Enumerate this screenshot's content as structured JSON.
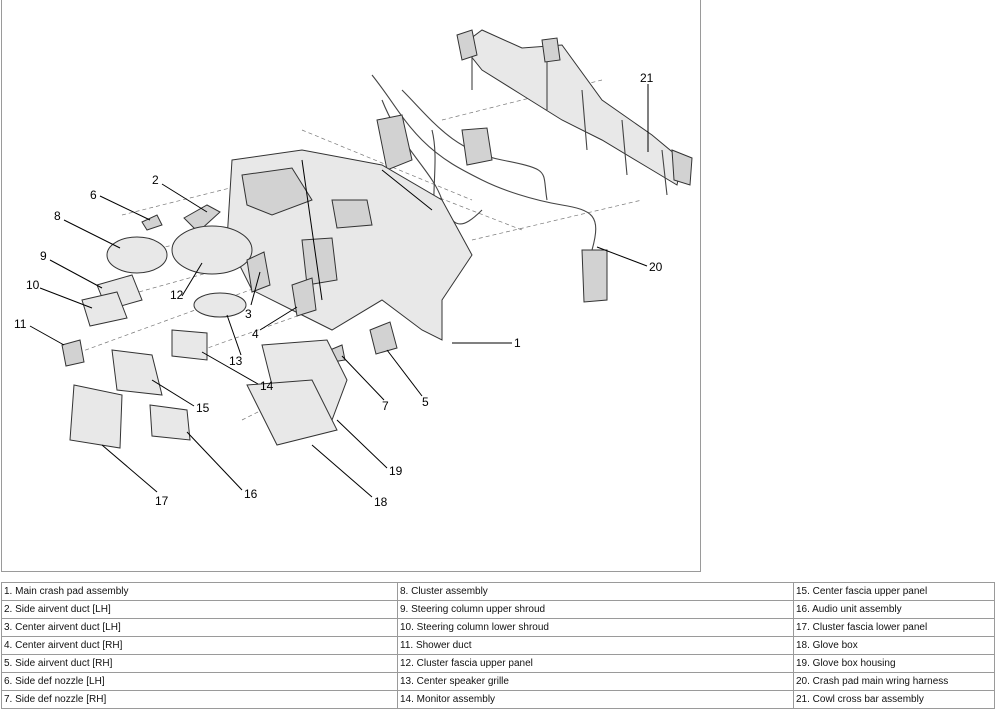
{
  "callouts": [
    "1",
    "2",
    "3",
    "4",
    "5",
    "6",
    "7",
    "8",
    "9",
    "10",
    "11",
    "12",
    "13",
    "14",
    "15",
    "16",
    "17",
    "18",
    "19",
    "20",
    "21"
  ],
  "legend": {
    "col1": [
      "1. Main crash pad assembly",
      "2. Side airvent duct [LH]",
      "3. Center airvent duct [LH]",
      "4. Center airvent duct [RH]",
      "5. Side airvent duct [RH]",
      "6. Side def nozzle [LH]",
      "7. Side def nozzle [RH]"
    ],
    "col2": [
      "8. Cluster assembly",
      "9. Steering column upper shroud",
      "10. Steering column lower shroud",
      "11. Shower duct",
      "12. Cluster fascia upper panel",
      "13. Center speaker grille",
      "14. Monitor assembly"
    ],
    "col3": [
      "15. Center fascia upper panel",
      "16. Audio unit assembly",
      "17. Cluster fascia lower panel",
      "18. Glove box",
      "19. Glove box housing",
      "20. Crash pad main wring harness",
      "21. Cowl cross bar assembly"
    ]
  }
}
